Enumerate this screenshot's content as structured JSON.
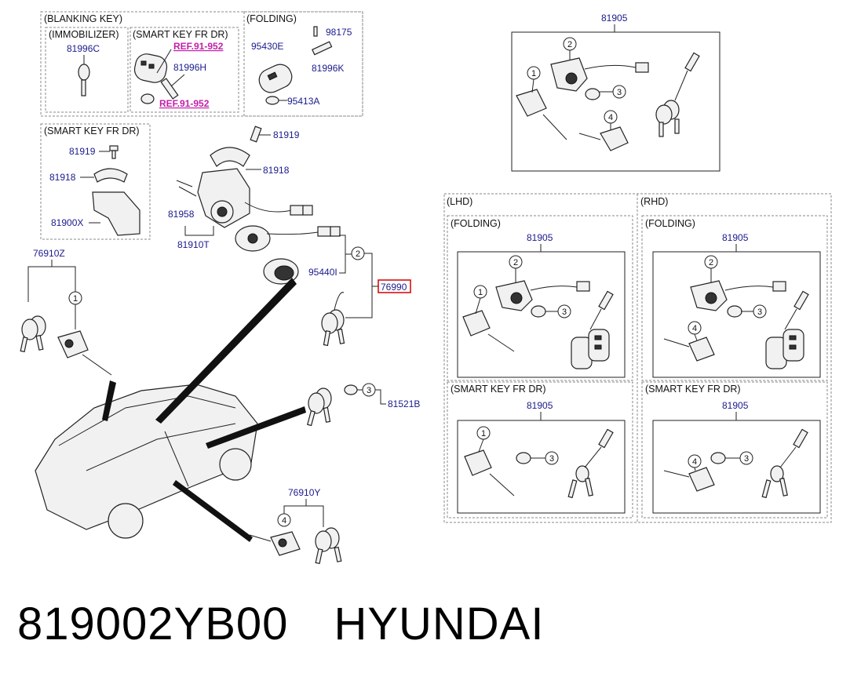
{
  "groups": {
    "blanking_key": "(BLANKING KEY)",
    "immobilizer": "(IMMOBILIZER)",
    "smart_key_fr_dr": "(SMART KEY FR DR)",
    "folding": "(FOLDING)",
    "lhd": "(LHD)",
    "rhd": "(RHD)"
  },
  "parts": {
    "p81996C": "81996C",
    "ref1": "REF.91-952",
    "p81996H": "81996H",
    "ref2": "REF.91-952",
    "p95430E": "95430E",
    "p98175": "98175",
    "p81996K": "81996K",
    "p95413A": "95413A",
    "p81919a": "81919",
    "p81918a": "81918",
    "p81900X": "81900X",
    "p81919b": "81919",
    "p81918b": "81918",
    "p81958": "81958",
    "p81910T": "81910T",
    "p95440I": "95440I",
    "p76990": "76990",
    "p76910Z": "76910Z",
    "p81521B": "81521B",
    "p76910Y": "76910Y",
    "p81905_top": "81905",
    "p81905_lhd_fold": "81905",
    "p81905_rhd_fold": "81905",
    "p81905_lhd_smart": "81905",
    "p81905_rhd_smart": "81905"
  },
  "callouts": [
    "1",
    "2",
    "3",
    "4"
  ],
  "footer": {
    "part_number": "819002YB00",
    "brand": "HYUNDAI"
  },
  "colors": {
    "label": "#1a1a8c",
    "reference": "#c21fa8",
    "highlight_box": "#d40000"
  }
}
